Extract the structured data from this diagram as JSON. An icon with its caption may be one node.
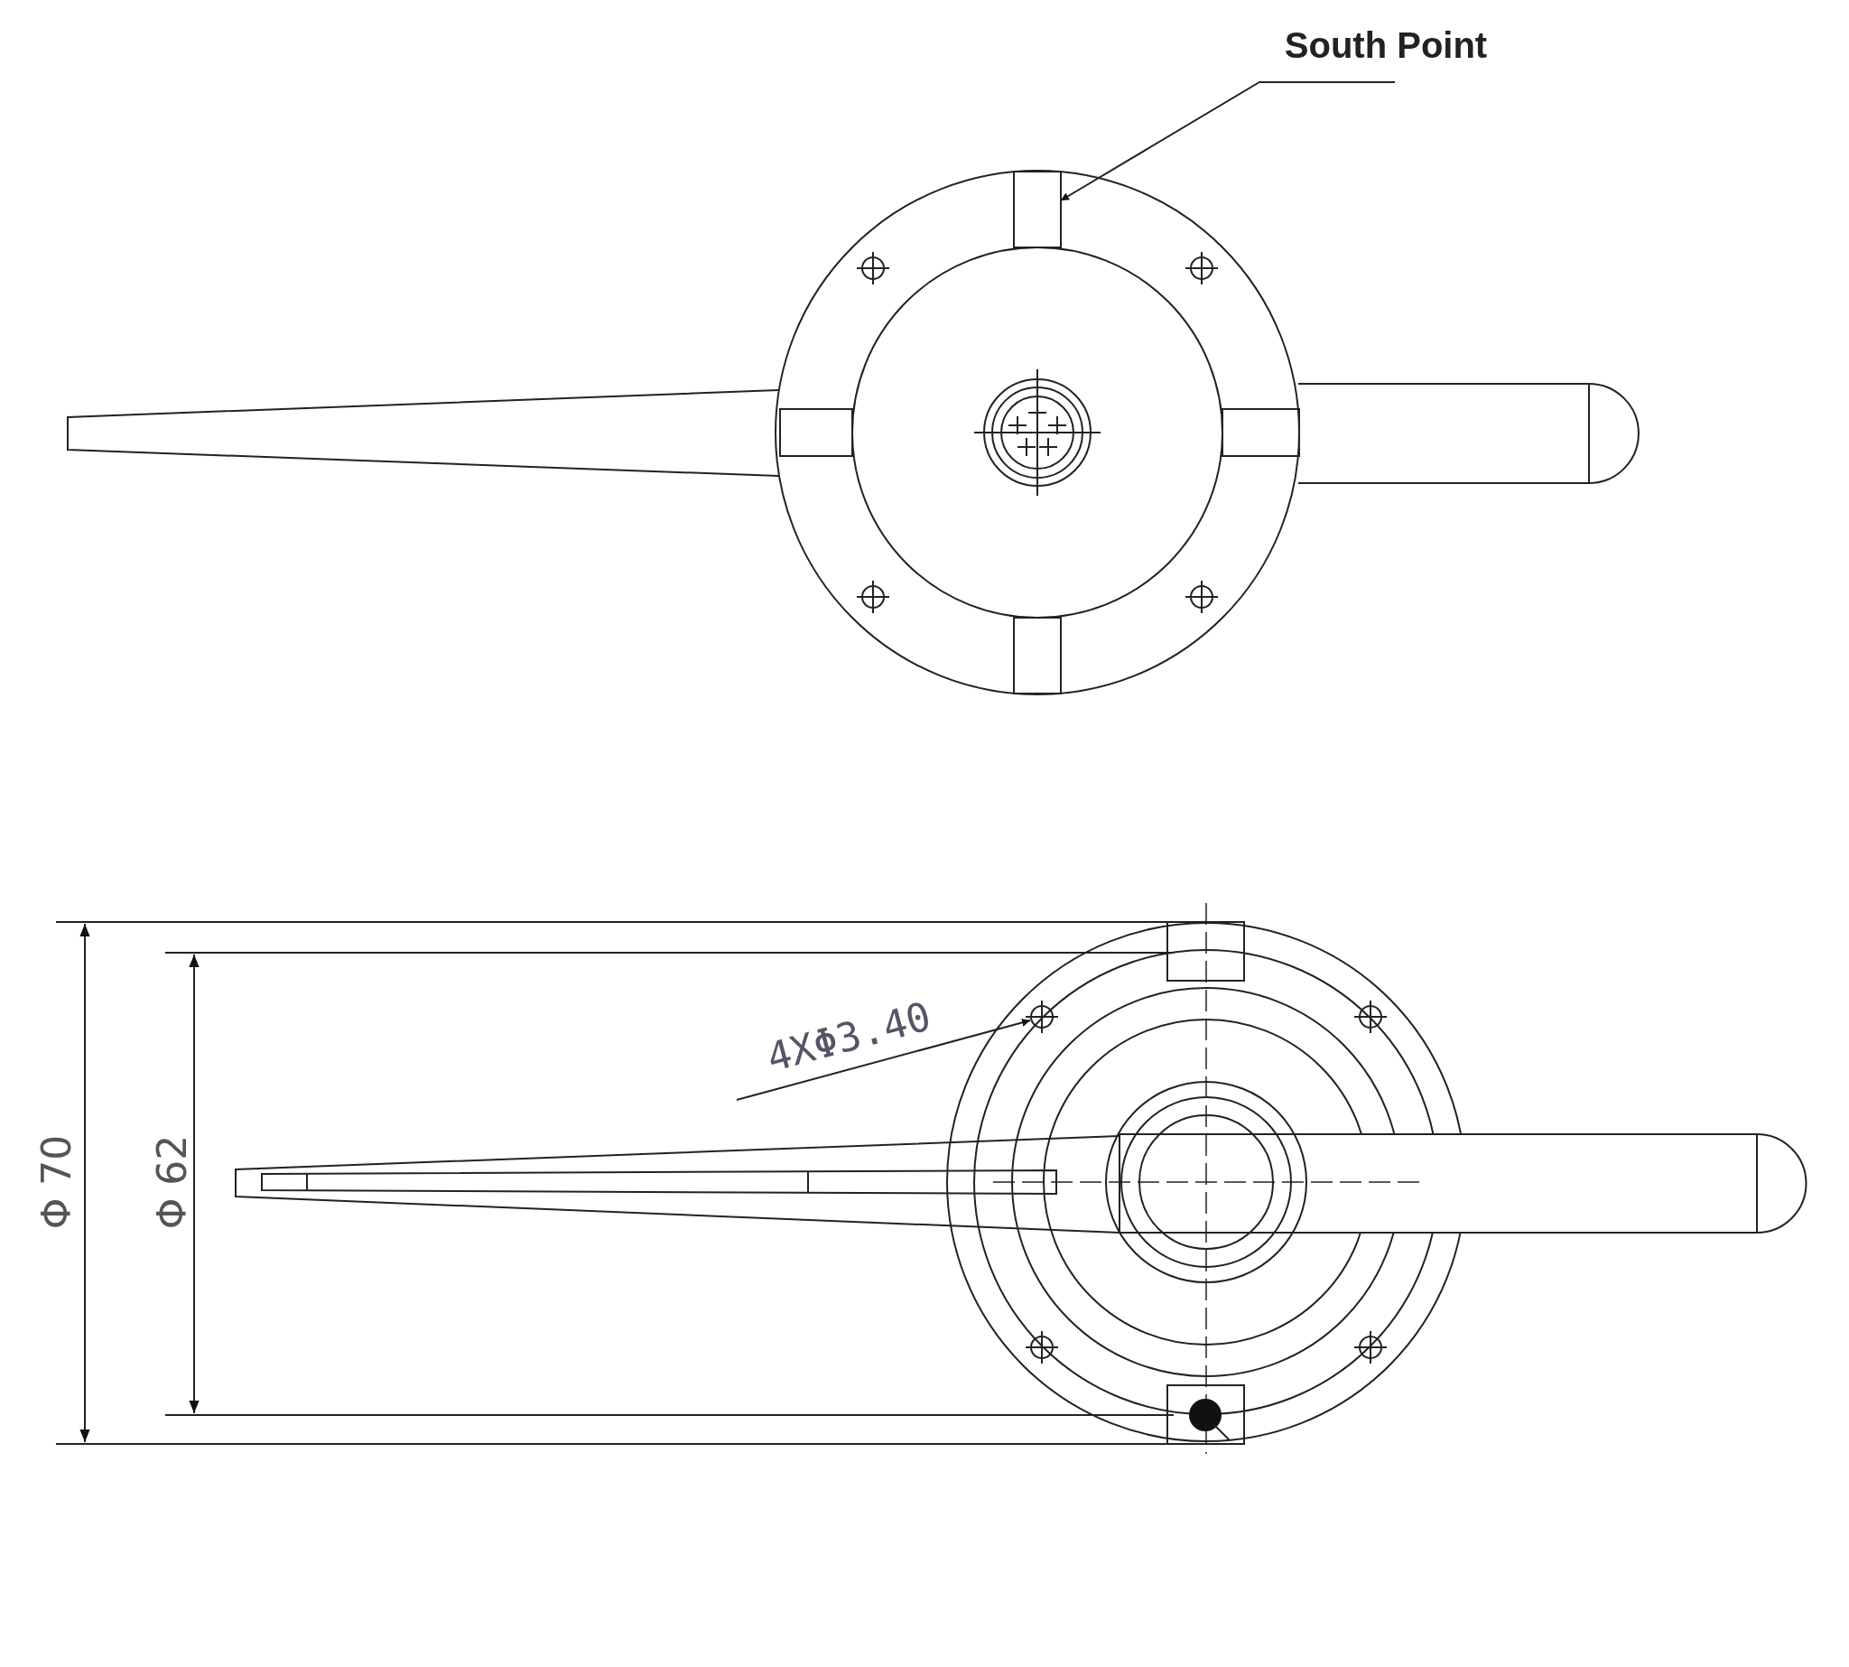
{
  "diagram": {
    "nodes": [
      {
        "text": [
          "South Point"
        ]
      },
      {
        "text": [],
        "shape": "box"
      },
      {
        "text": [
          "4XΦ3.40"
        ]
      },
      {
        "text": [],
        "shape": "circle"
      }
    ],
    "edges": [
      {
        "from": 0,
        "to": 1,
        "arrow": "to"
      },
      {
        "from": 2,
        "to": 3,
        "arrow": "to"
      }
    ],
    "labels": [
      "Φ 70",
      "Φ 62"
    ]
  }
}
